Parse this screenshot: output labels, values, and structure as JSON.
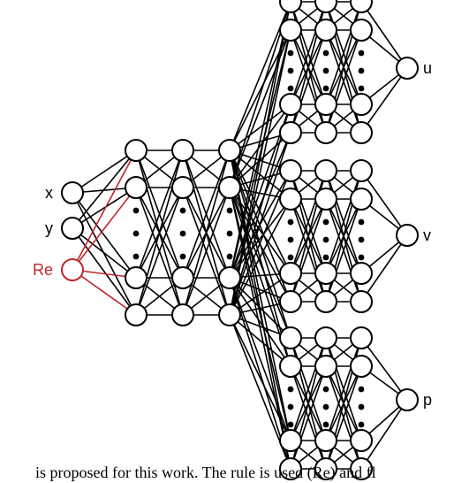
{
  "colors": {
    "line": "#000000",
    "accent": "#c0272d",
    "node_fill": "#ffffff"
  },
  "inputs": [
    {
      "label": "x",
      "accent": false
    },
    {
      "label": "y",
      "accent": false
    },
    {
      "label": "Re",
      "accent": true
    }
  ],
  "outputs": [
    "u",
    "v",
    "p"
  ],
  "caption": "is proposed for this work. The rule is used (Re) and fl"
}
